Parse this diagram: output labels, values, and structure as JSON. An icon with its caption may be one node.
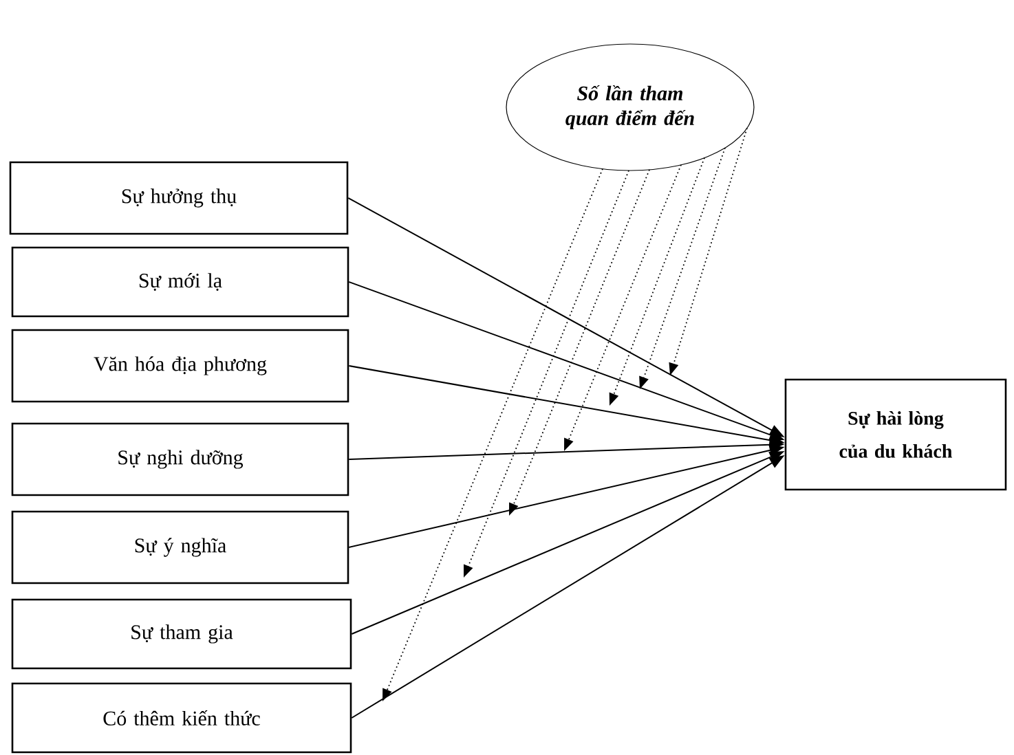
{
  "diagram": {
    "nodes": [
      {
        "text": [
          "Số lần tham quan điểm đến"
        ]
      },
      {
        "text": [
          "Sự hưởng thụ"
        ]
      },
      {
        "text": [
          "Sự mới lạ"
        ]
      },
      {
        "text": [
          "Văn hóa địa phương"
        ]
      },
      {
        "text": [
          "Sự nghi dưỡng"
        ]
      },
      {
        "text": [
          "Sự ý nghĩa"
        ]
      },
      {
        "text": [
          "Sự tham gia"
        ]
      },
      {
        "text": [
          "Có thêm kiến thức"
        ]
      },
      {
        "text": [
          "Sự hài lòng của du khách"
        ]
      }
    ],
    "edges": [
      {
        "from": 1,
        "to": 8,
        "arrow": "to"
      },
      {
        "from": 2,
        "to": 8,
        "arrow": "to"
      },
      {
        "from": 3,
        "to": 8,
        "arrow": "to"
      },
      {
        "from": 4,
        "to": 8,
        "arrow": "to"
      },
      {
        "from": 5,
        "to": 8,
        "arrow": "to"
      },
      {
        "from": 6,
        "to": 8,
        "arrow": "to"
      },
      {
        "from": 7,
        "to": 8,
        "arrow": "to"
      },
      {
        "from": 0,
        "to": null,
        "arrow": "to",
        "style": "dashed"
      },
      {
        "from": 0,
        "to": null,
        "arrow": "to",
        "style": "dashed"
      },
      {
        "from": 0,
        "to": null,
        "arrow": "to",
        "style": "dashed"
      },
      {
        "from": 0,
        "to": null,
        "arrow": "to",
        "style": "dashed"
      },
      {
        "from": 0,
        "to": null,
        "arrow": "to",
        "style": "dashed"
      },
      {
        "from": 0,
        "to": null,
        "arrow": "to",
        "style": "dashed"
      },
      {
        "from": 0,
        "to": null,
        "arrow": "to",
        "style": "dashed"
      }
    ]
  }
}
